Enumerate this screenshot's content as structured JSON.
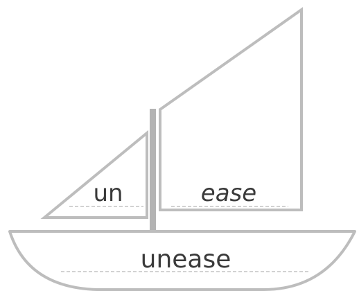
{
  "sails": {
    "left": {
      "word": "un"
    },
    "right": {
      "word": "ease"
    }
  },
  "hull": {
    "word": "unease"
  },
  "colors": {
    "outline": "#bdbdbd",
    "mast": "#b3b3b3",
    "guideline": "#c4c4c4",
    "text": "#3a3a3a",
    "background": "#ffffff"
  }
}
